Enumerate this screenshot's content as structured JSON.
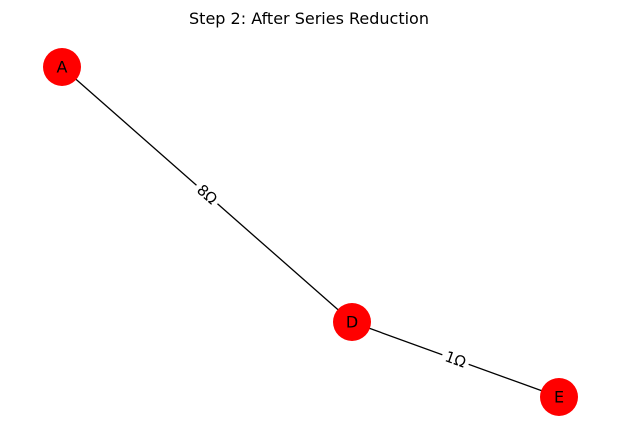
{
  "title": "Step 2: After Series Reduction",
  "node_color": "#ff0000",
  "edge_color": "#000000",
  "nodes": [
    {
      "id": "A",
      "label": "A"
    },
    {
      "id": "D",
      "label": "D"
    },
    {
      "id": "E",
      "label": "E"
    }
  ],
  "edges": [
    {
      "from": "A",
      "to": "D",
      "label": "8Ω"
    },
    {
      "from": "D",
      "to": "E",
      "label": "1Ω"
    }
  ]
}
